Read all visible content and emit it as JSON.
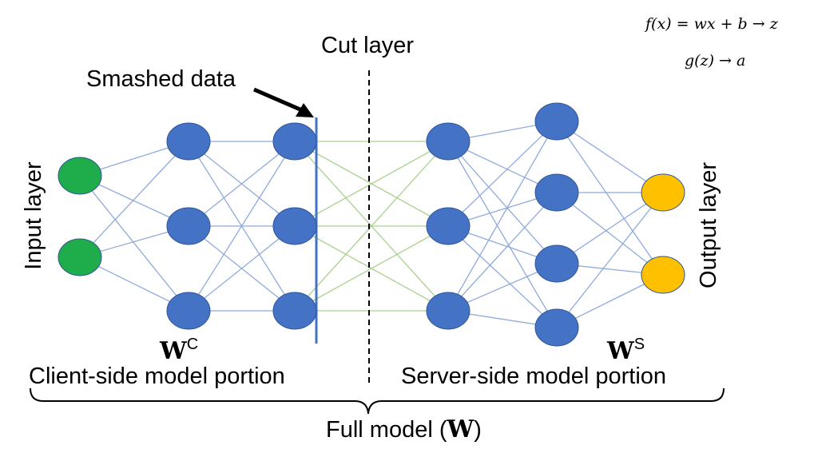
{
  "equations": {
    "line1": "f(x) = wx + b → z",
    "line2": "g(z) → a"
  },
  "labels": {
    "cut_layer": "Cut layer",
    "smashed_data": "Smashed data",
    "input_layer": "Input layer",
    "output_layer": "Output layer",
    "client_portion": "Client-side model portion",
    "server_portion": "Server-side model portion",
    "full_model_prefix": "Full model (",
    "full_model_symbol": "W",
    "full_model_suffix": ")",
    "client_weight": "W",
    "client_weight_sup": "C",
    "server_weight": "W",
    "server_weight_sup": "S"
  },
  "network": {
    "layers": [
      {
        "name": "input",
        "nodes": 2,
        "color": "#1fac4b"
      },
      {
        "name": "client-hidden-1",
        "nodes": 3,
        "color": "#4472c4"
      },
      {
        "name": "client-hidden-2",
        "nodes": 3,
        "color": "#4472c4"
      },
      {
        "name": "server-hidden-1",
        "nodes": 3,
        "color": "#4472c4"
      },
      {
        "name": "server-hidden-2",
        "nodes": 4,
        "color": "#4472c4"
      },
      {
        "name": "output",
        "nodes": 2,
        "color": "#ffc000"
      }
    ],
    "client_edge_color": "#8faadc",
    "cut_edge_color": "#a9d18e",
    "server_edge_color": "#8faadc",
    "node_border_color": "#2f5597",
    "smashed_bar_color": "#4472c4"
  }
}
